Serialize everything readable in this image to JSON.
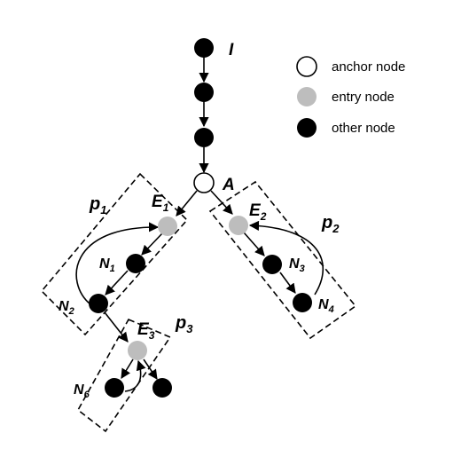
{
  "legend": {
    "anchor": {
      "label": "anchor node",
      "color": "#ffffff"
    },
    "entry": {
      "label": "entry node",
      "color": "#bdbdbd"
    },
    "other": {
      "label": "other node",
      "color": "#000000"
    }
  },
  "labels": {
    "I": "I",
    "A": "A",
    "E1": {
      "base": "E",
      "sub": "1"
    },
    "E2": {
      "base": "E",
      "sub": "2"
    },
    "E3": {
      "base": "E",
      "sub": "3"
    },
    "N1": {
      "base": "N",
      "sub": "1"
    },
    "N2": {
      "base": "N",
      "sub": "2"
    },
    "N3": {
      "base": "N",
      "sub": "3"
    },
    "N4": {
      "base": "N",
      "sub": "4"
    },
    "N6": {
      "base": "N",
      "sub": "6"
    },
    "p1": {
      "base": "p",
      "sub": "1"
    },
    "p2": {
      "base": "p",
      "sub": "2"
    },
    "p3": {
      "base": "p",
      "sub": "3"
    }
  }
}
